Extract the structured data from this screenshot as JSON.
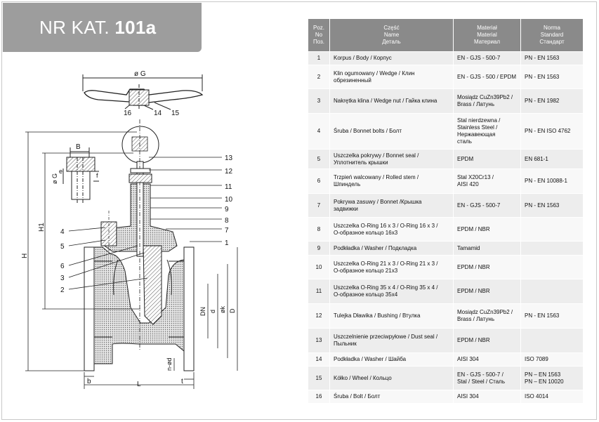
{
  "header": {
    "title_prefix": "NR KAT.",
    "title_bold": "101a"
  },
  "drawing": {
    "labels": {
      "dia_G": "ø G",
      "B": "B",
      "e": "e",
      "f": "f",
      "H": "H",
      "H1": "H1",
      "DN": "DN",
      "d": "d",
      "dk": "øk",
      "D": "D",
      "n_od": "n-ød",
      "b": "b",
      "L": "L",
      "t": "t"
    },
    "callouts": [
      "1",
      "2",
      "3",
      "4",
      "5",
      "6",
      "7",
      "8",
      "9",
      "10",
      "11",
      "12",
      "13",
      "14",
      "15",
      "16"
    ]
  },
  "table": {
    "headers": {
      "no": [
        "Poz.",
        "No",
        "Поз."
      ],
      "part": [
        "Część",
        "Name",
        "Деталь"
      ],
      "material": [
        "Materiał",
        "Material",
        "Материал"
      ],
      "standard": [
        "Norma",
        "Standard",
        "Стандарт"
      ]
    },
    "rows": [
      {
        "no": "1",
        "part": [
          "Korpus / Body / Корпус"
        ],
        "material": [
          "EN - GJS - 500-7"
        ],
        "standard": [
          "PN - EN 1563"
        ]
      },
      {
        "no": "2",
        "part": [
          "Klin ogumowany / Wedge / Клин",
          "обрезиненный"
        ],
        "material": [
          "EN - GJS - 500 / EPDM"
        ],
        "standard": [
          "PN - EN 1563"
        ]
      },
      {
        "no": "3",
        "part": [
          "Nakrętka klina / Wedge nut / Гайка клина"
        ],
        "material": [
          "Mosiądz CuZn39Pb2 /",
          "Brass / Латунь"
        ],
        "standard": [
          "PN - EN 1982"
        ]
      },
      {
        "no": "4",
        "part": [
          "Śruba / Bonnet bolts / Болт"
        ],
        "material": [
          "Stal nierdzewna /",
          "Stainless Steel /",
          "Нержавеющая",
          "сталь"
        ],
        "standard": [
          "PN - EN ISO 4762"
        ]
      },
      {
        "no": "5",
        "part": [
          "Uszczelka pokrywy / Bonnet seal /",
          "Уплотнитель крышки"
        ],
        "material": [
          "EPDM"
        ],
        "standard": [
          "EN 681-1"
        ]
      },
      {
        "no": "6",
        "part": [
          "Trzpień walcowany / Rolled stem /",
          "Шпиндель"
        ],
        "material": [
          "Stal X20Cr13 /",
          "AISI 420"
        ],
        "standard": [
          "PN - EN 10088-1"
        ]
      },
      {
        "no": "7",
        "part": [
          "Pokrywa  zasuwy / Bonnet /Крышка",
          "задвижки"
        ],
        "material": [
          "EN - GJS - 500-7"
        ],
        "standard": [
          "PN - EN 1563"
        ]
      },
      {
        "no": "8",
        "part": [
          "Uszczelka O-Ring 16 x 3 / O-Ring 16 x 3 /",
          "О-образное кольцо 16x3"
        ],
        "material": [
          "EPDM / NBR"
        ],
        "standard": [
          ""
        ]
      },
      {
        "no": "9",
        "part": [
          "Podkładka / Washer / Подкладка"
        ],
        "material": [
          "Tamamid"
        ],
        "standard": [
          ""
        ]
      },
      {
        "no": "10",
        "part": [
          "Uszczelka O-Ring 21 x 3 / O-Ring 21 x 3 /",
          "О-образное кольцо 21x3"
        ],
        "material": [
          "EPDM / NBR"
        ],
        "standard": [
          ""
        ]
      },
      {
        "no": "11",
        "part": [
          "Uszczelka O-Ring 35 x 4 / O-Ring 35 x 4 /",
          "О-образное кольцо 35x4"
        ],
        "material": [
          "EPDM / NBR"
        ],
        "standard": [
          ""
        ]
      },
      {
        "no": "12",
        "part": [
          "Tulejka Dławika / Bushing / Втулка"
        ],
        "material": [
          "Mosiądz CuZn39Pb2 /",
          "Brass / Латунь"
        ],
        "standard": [
          "PN - EN 1563"
        ]
      },
      {
        "no": "13",
        "part": [
          "Uszczelnienie przeciwpyłowe / Dust seal /",
          "Пыльник"
        ],
        "material": [
          "EPDM / NBR"
        ],
        "standard": [
          ""
        ]
      },
      {
        "no": "14",
        "part": [
          "Podkładka / Washer / Шайба"
        ],
        "material": [
          "AISI 304"
        ],
        "standard": [
          "ISO 7089"
        ]
      },
      {
        "no": "15",
        "part": [
          "Kółko / Wheel / Кольцо"
        ],
        "material": [
          "EN - GJS - 500-7 /",
          "Stal / Steel / Сталь"
        ],
        "standard": [
          "PN – EN 1563",
          "PN – EN 10020"
        ]
      },
      {
        "no": "16",
        "part": [
          "Śruba / Bolt / Болт"
        ],
        "material": [
          "AISI 304"
        ],
        "standard": [
          "ISO 4014"
        ]
      }
    ]
  }
}
